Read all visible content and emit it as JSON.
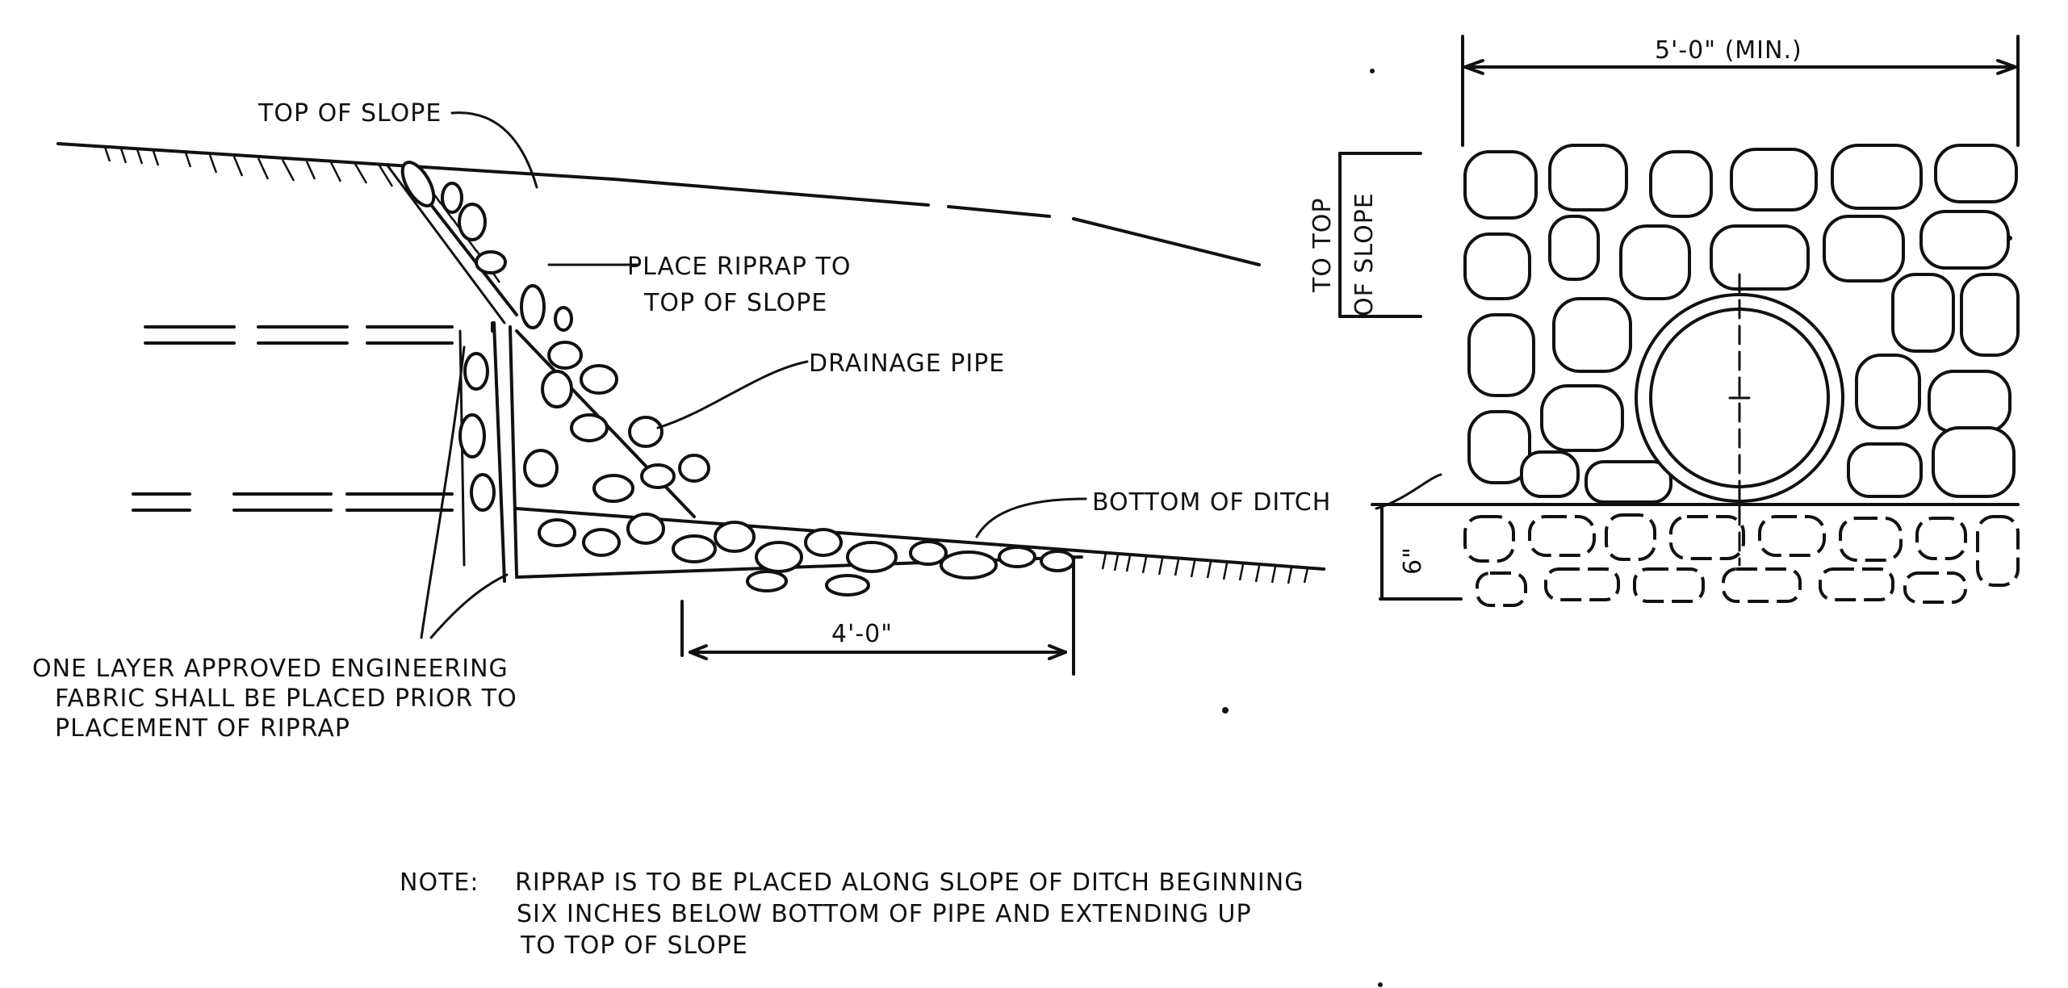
{
  "section_view": {
    "labels": {
      "top_of_slope": "TOP OF SLOPE",
      "place_riprap_line1": "PLACE RIPRAP TO",
      "place_riprap_line2": "TOP OF SLOPE",
      "drainage_pipe": "DRAINAGE PIPE",
      "bottom_of_ditch": "BOTTOM OF DITCH",
      "dimension_width": "4'-0\""
    },
    "fabric_note": [
      "ONE LAYER APPROVED ENGINEERING",
      "FABRIC SHALL BE PLACED PRIOR TO",
      "PLACEMENT OF RIPRAP"
    ]
  },
  "elevation_view": {
    "dimension_width": "5'-0\" (MIN.)",
    "side_label_line1": "TO TOP",
    "side_label_line2": "OF SLOPE",
    "depth_label": "6\""
  },
  "note": {
    "prefix": "NOTE:",
    "lines": [
      "RIPRAP IS TO BE PLACED ALONG SLOPE OF DITCH BEGINNING",
      "SIX INCHES BELOW BOTTOM OF PIPE AND EXTENDING UP",
      "TO TOP OF SLOPE"
    ]
  }
}
